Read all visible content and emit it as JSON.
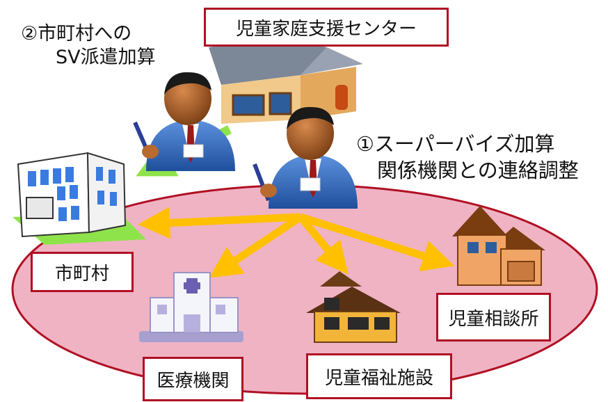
{
  "title_box": "児童家庭支援センター",
  "sv_note": {
    "line1": "②市町村への",
    "line2": "SV派遣加算"
  },
  "supervise_note": {
    "line1": "①スーパーバイズ加算",
    "line2": "関係機関との連絡調整"
  },
  "nodes": {
    "municipality": "市町村",
    "medical": "医療機関",
    "welfare_facility": "児童福祉施設",
    "consultation_center": "児童相談所"
  },
  "colors": {
    "box_border": "#b00f23",
    "ellipse_fill": "#efb3c4",
    "ellipse_border": "#b00f23",
    "arrow_orange": "#ffc000",
    "arrow_green": "#8fe34a"
  }
}
